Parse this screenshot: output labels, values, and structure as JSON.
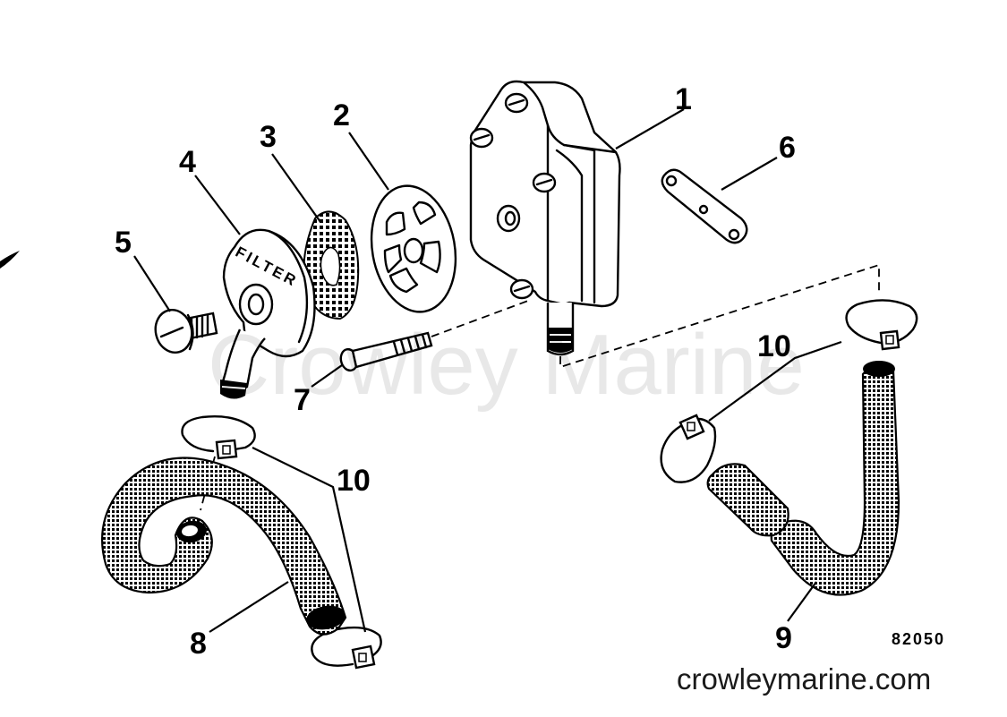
{
  "callouts": {
    "pump": "1",
    "diaphragm": "2",
    "screen": "3",
    "filter_cover": "4",
    "screw": "5",
    "gasket": "6",
    "bolt": "7",
    "hose_left": "8",
    "hose_right": "9",
    "clamp_right": "10",
    "clamp_left": "10"
  },
  "figure_number": "82050",
  "filter_text": "FILTER",
  "watermark": "Crowley Marine",
  "site": "crowleymarine.com",
  "colors": {
    "ink": "#000000",
    "paper": "#ffffff",
    "watermark": "#e8e8e8"
  }
}
